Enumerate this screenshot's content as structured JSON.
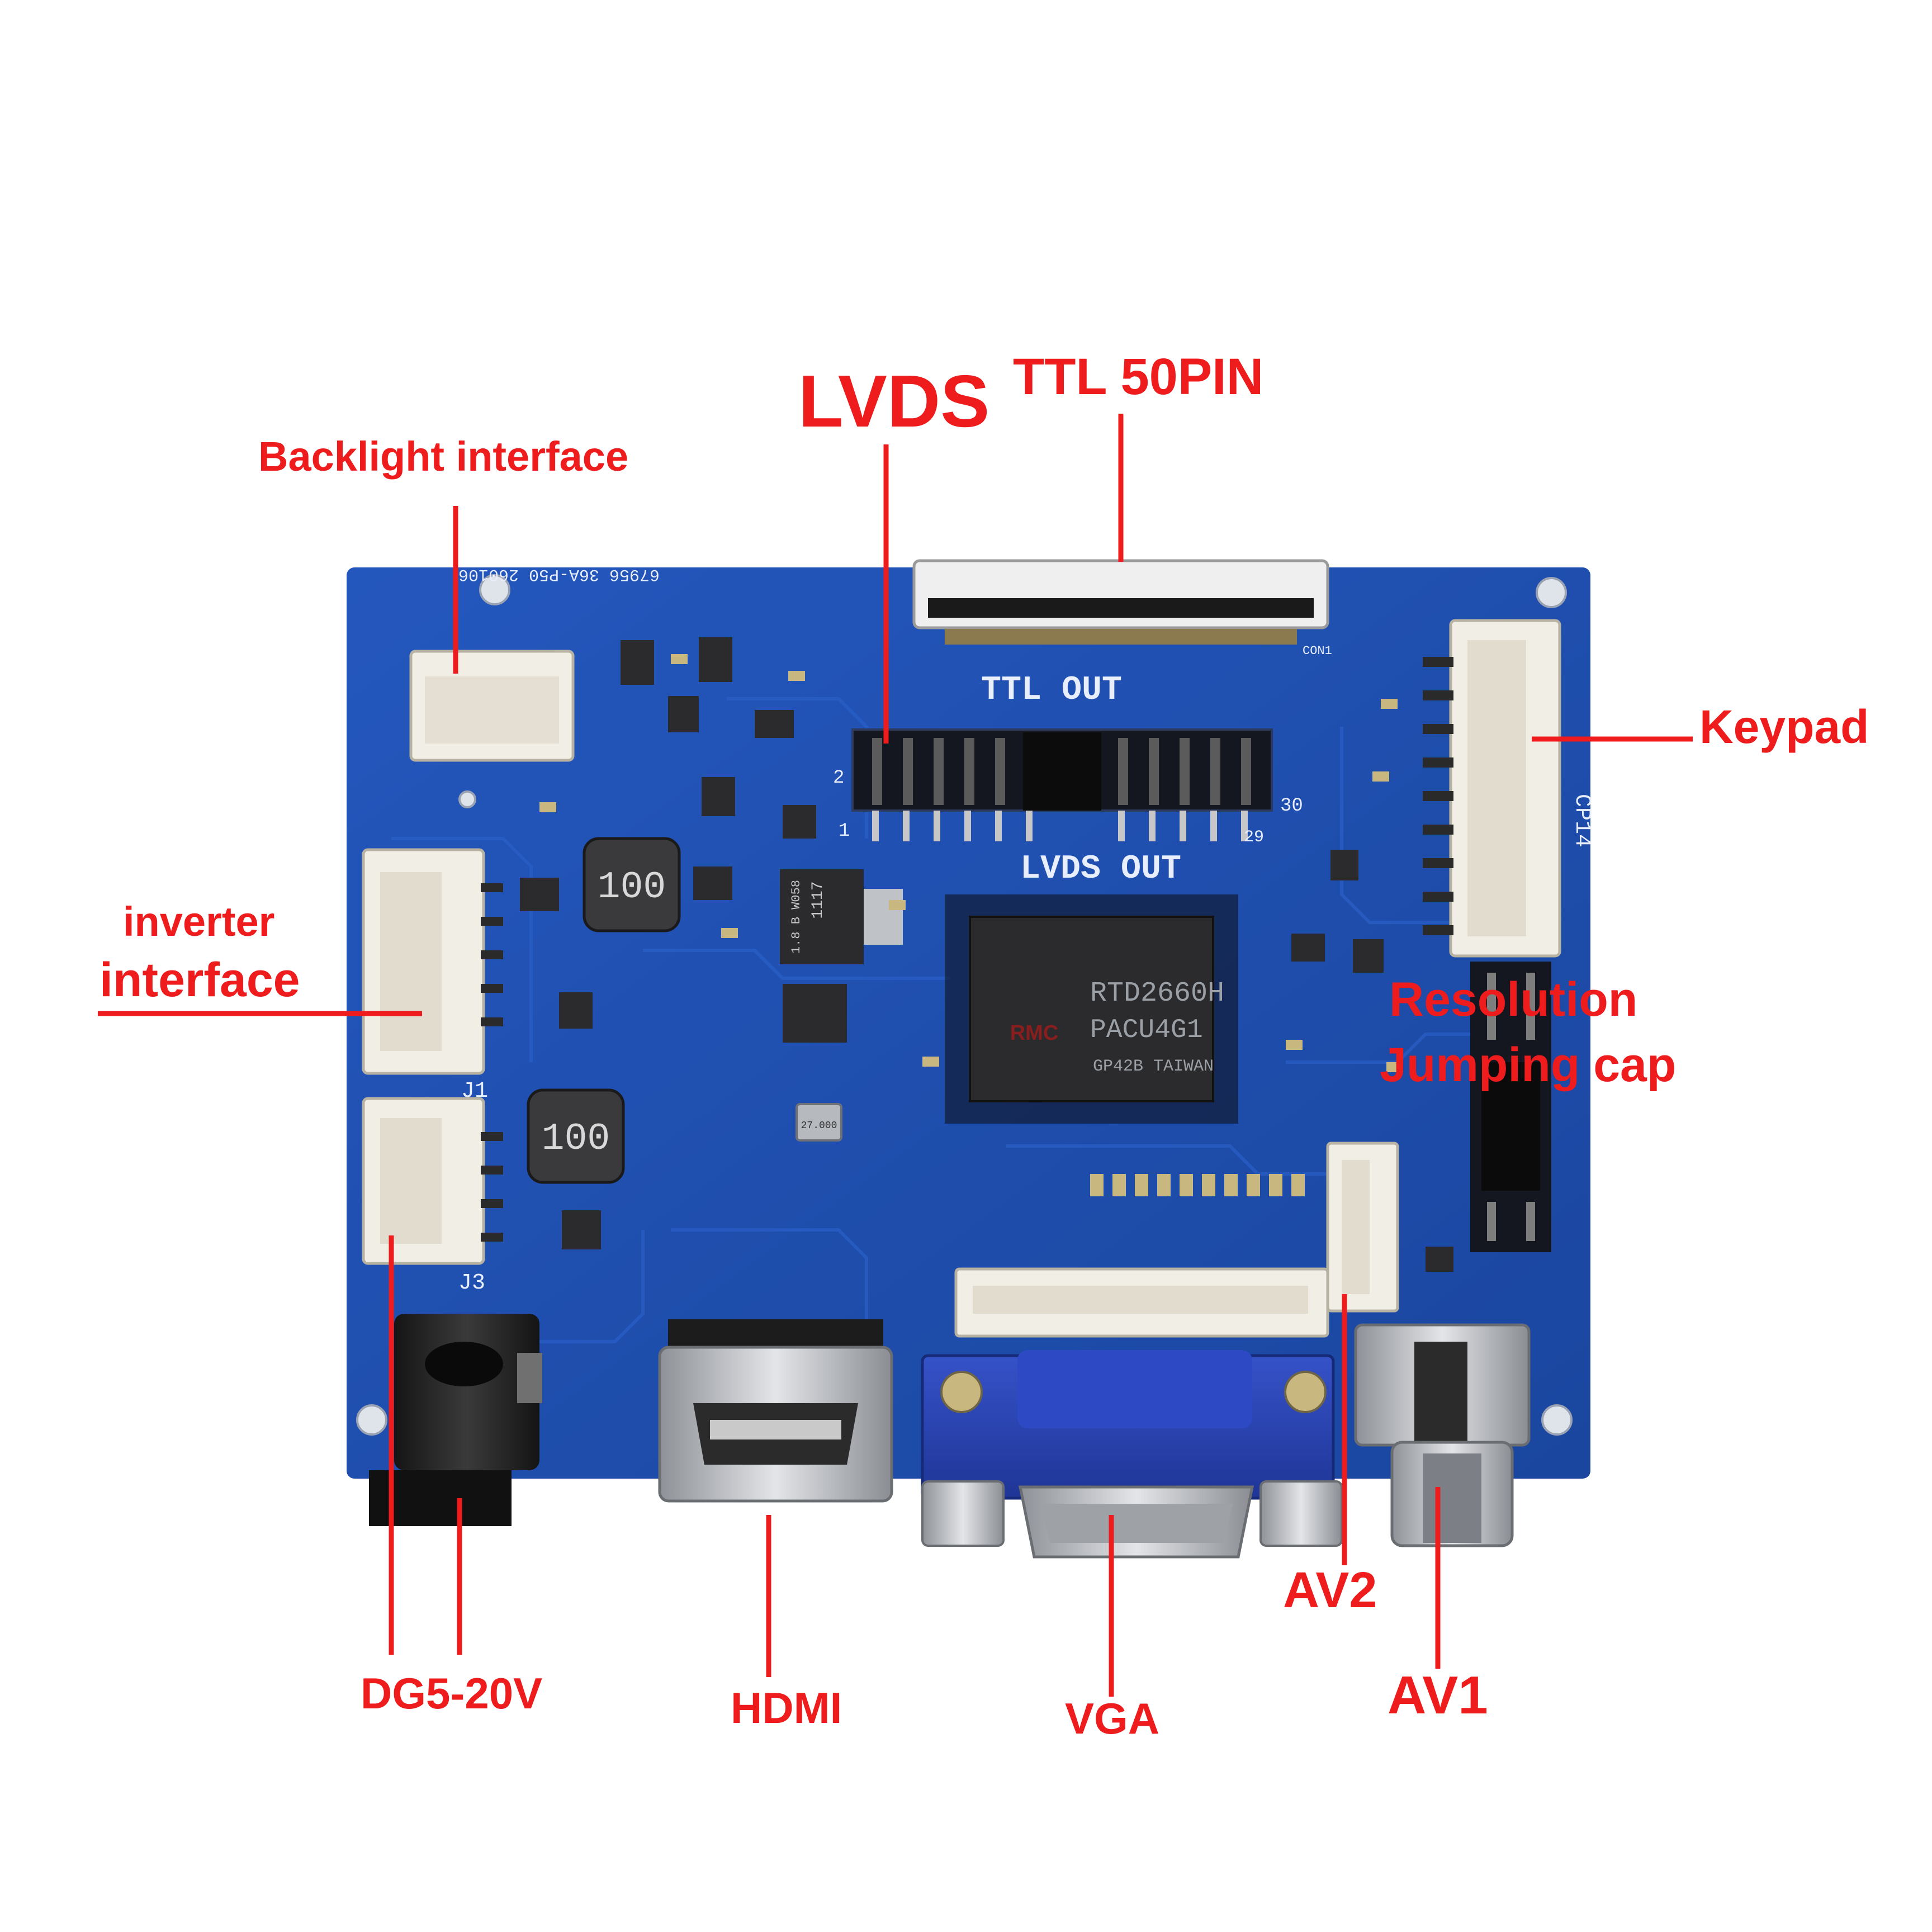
{
  "colors": {
    "background": "#ffffff",
    "pcb": "#1f4fb0",
    "pcb_dark": "#173f94",
    "silkscreen": "#e8eefc",
    "callout": "#ee1c1c",
    "chip": "#2b2b2d",
    "connector": "#f1eee6",
    "metal": "#b9bcc1",
    "vga_blue": "#2a46b8"
  },
  "callouts": {
    "lvds": "LVDS",
    "ttl": "TTL 50PIN",
    "backlight": "Backlight interface",
    "keypad": "Keypad",
    "inverter_line1": "inverter",
    "inverter_line2": "interface",
    "resolution_line1": "Resolution",
    "resolution_line2": "Jumping cap",
    "power": "DG5-20V",
    "hdmi": "HDMI",
    "vga": "VGA",
    "av2": "AV2",
    "av1": "AV1"
  },
  "board_markings": {
    "part_number": "67956 36A-P50 260106",
    "ttl_out": "TTL OUT",
    "lvds_out": "LVDS OUT",
    "chip_line1": "RTD2660H",
    "chip_line2": "PACU4G1",
    "chip_line3": "GP42B TAIWAN",
    "chip_logo": "RMC",
    "inductor_value": "100",
    "regulator_line1": "1117",
    "regulator_line2": "1.8 B W058",
    "crystal": "27.000",
    "label_j1": "J1",
    "label_j3": "J3",
    "label_cp14": "CP14",
    "label_con1": "CON1",
    "label_30": "30",
    "label_29": "29",
    "label_2": "2",
    "label_1": "1"
  }
}
